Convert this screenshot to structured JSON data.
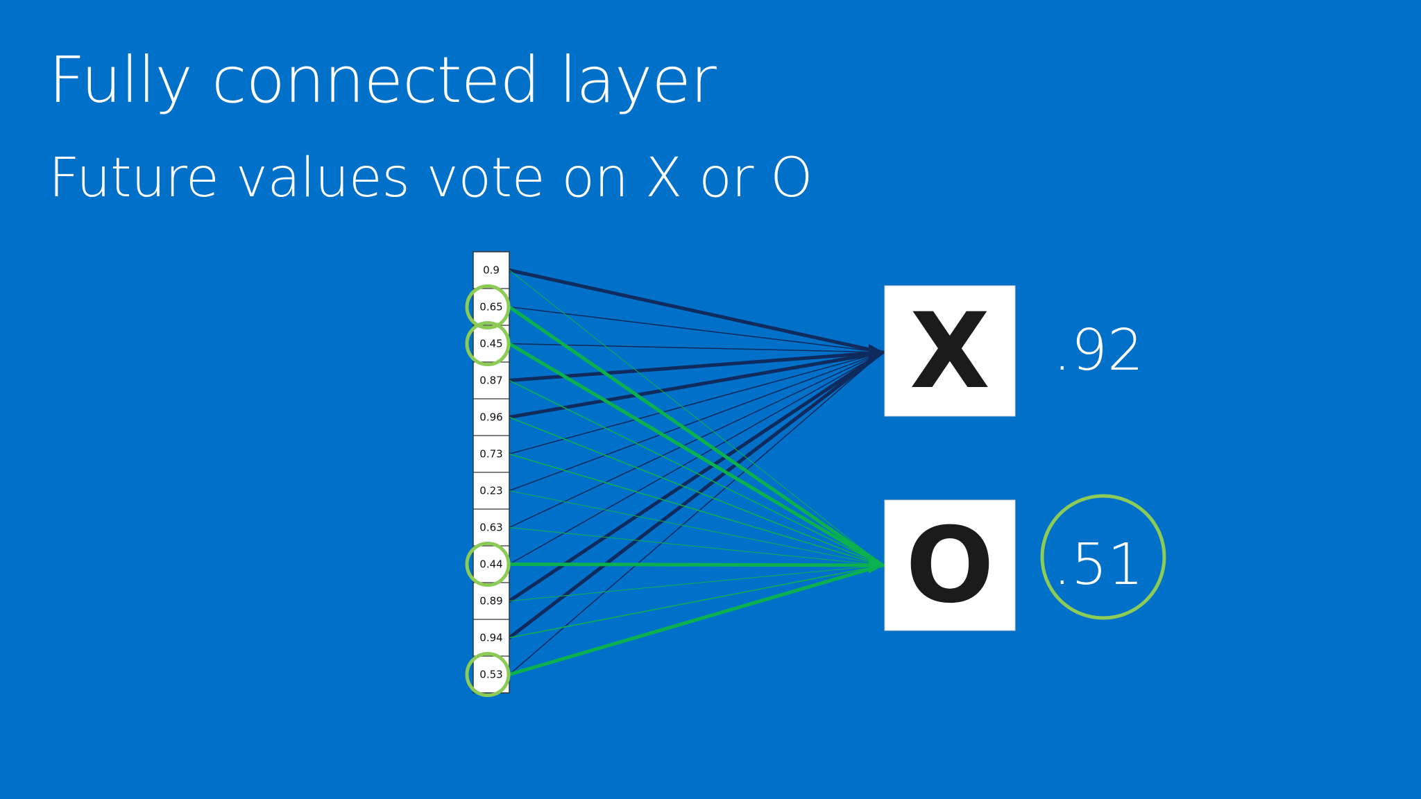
{
  "slide": {
    "title": "Fully connected layer",
    "subtitle": "Future values vote on X or O"
  },
  "feature_values": [
    {
      "label": "0.9",
      "highlighted": false
    },
    {
      "label": "0.65",
      "highlighted": true
    },
    {
      "label": "0.45",
      "highlighted": true
    },
    {
      "label": "0.87",
      "highlighted": false
    },
    {
      "label": "0.96",
      "highlighted": false
    },
    {
      "label": "0.73",
      "highlighted": false
    },
    {
      "label": "0.23",
      "highlighted": false
    },
    {
      "label": "0.63",
      "highlighted": false
    },
    {
      "label": "0.44",
      "highlighted": true
    },
    {
      "label": "0.89",
      "highlighted": false
    },
    {
      "label": "0.94",
      "highlighted": false
    },
    {
      "label": "0.53",
      "highlighted": true
    }
  ],
  "outputs": [
    {
      "letter": "X",
      "score": ".92",
      "score_circled": false,
      "edge_color": "#0f2a5c"
    },
    {
      "letter": "O",
      "score": ".51",
      "score_circled": true,
      "edge_color": "#0bb14e"
    }
  ],
  "colors": {
    "background": "#0170c8",
    "x_connections": "#0f2a5c",
    "o_connections": "#0bb14e",
    "highlight_ring": "#8ccb55",
    "output_box": "#ffffff"
  }
}
